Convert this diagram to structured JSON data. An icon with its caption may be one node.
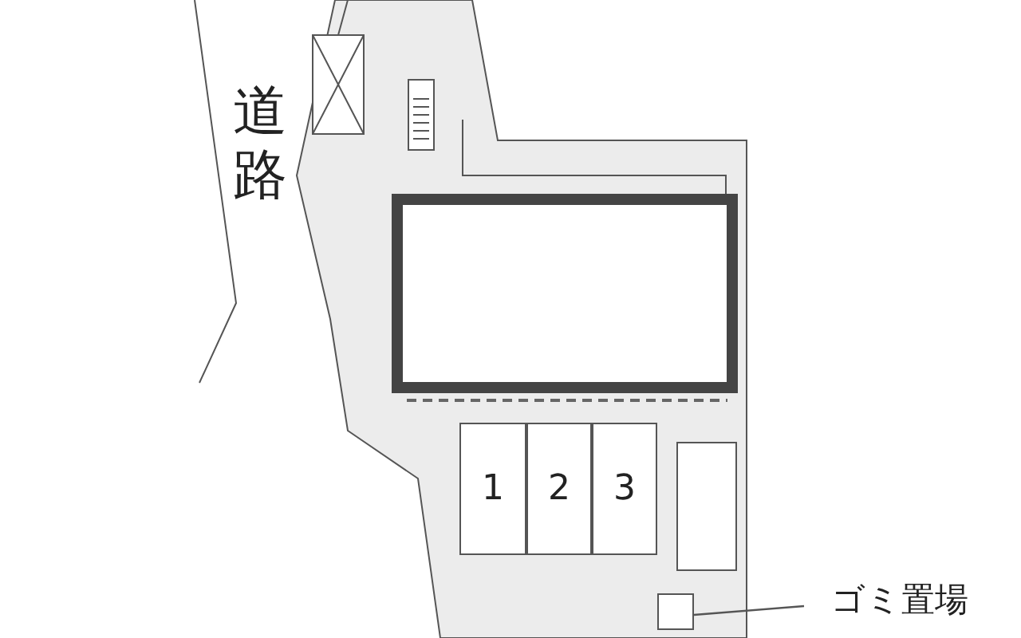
{
  "diagram": {
    "nodes": [
      {
        "text": [
          "1"
        ]
      },
      {
        "text": [
          "2"
        ]
      },
      {
        "text": [
          "3"
        ]
      },
      {
        "text": [],
        "shape": "box"
      },
      {
        "text": [
          "ゴミ置場"
        ]
      },
      {
        "text": [],
        "shape": "box"
      }
    ],
    "edges": [
      {
        "from": 4,
        "to": 5,
        "arrow": "none"
      }
    ],
    "labels": [
      "道路"
    ]
  }
}
